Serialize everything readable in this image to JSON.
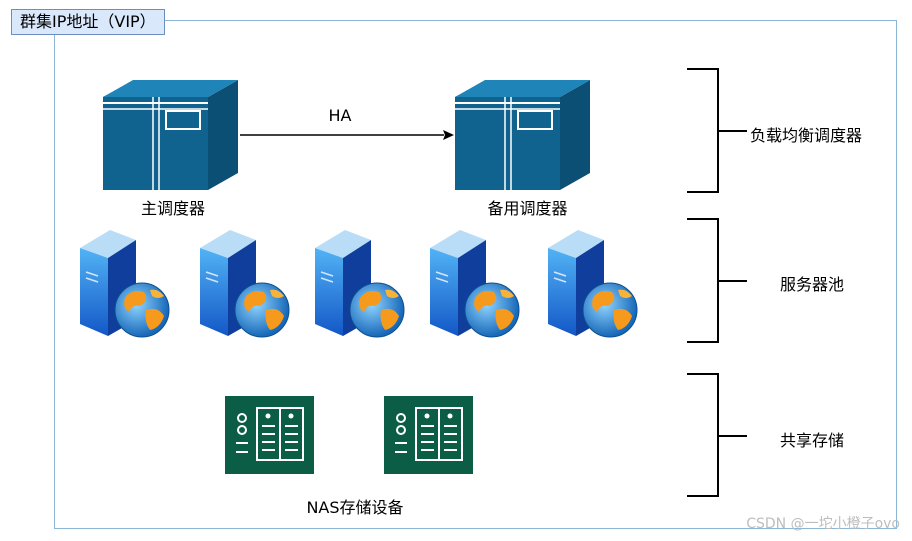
{
  "cluster": {
    "vip_label": "群集IP地址（VIP）"
  },
  "schedulers": {
    "primary_label": "主调度器",
    "backup_label": "备用调度器",
    "link_label": "HA"
  },
  "server_pool": {
    "count": 5
  },
  "storage": {
    "device_label": "NAS存储设备",
    "count": 2
  },
  "tiers": [
    {
      "label": "负载均衡调度器"
    },
    {
      "label": "服务器池"
    },
    {
      "label": "共享存储"
    }
  ],
  "watermark": "CSDN @一坨小橙子ovo",
  "colors": {
    "frame_border": "#8bb6d6",
    "vip_fill": "#dae8fc",
    "scheduler_blue": "#10628f",
    "storage_green": "#0b5e45"
  }
}
